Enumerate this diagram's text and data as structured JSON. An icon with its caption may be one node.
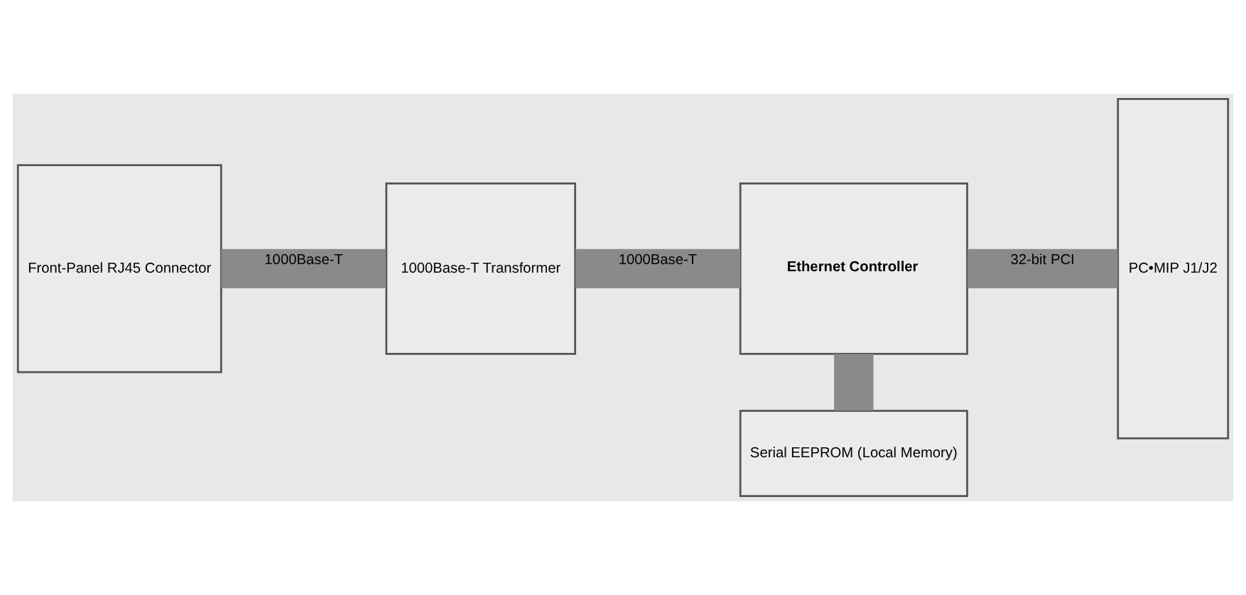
{
  "diagram": {
    "nodes": [
      {
        "text": [
          "Front-Panel RJ45 Connector"
        ]
      },
      {
        "text": [
          "1000Base-T Transformer"
        ]
      },
      {
        "text": [
          "Ethernet Controller"
        ]
      },
      {
        "text": [
          "PC•MIP J1/J2"
        ]
      },
      {
        "text": [
          "Serial EEPROM (Local Memory)"
        ]
      }
    ],
    "edges": [
      {
        "from": 0,
        "to": 1,
        "arrow": "none",
        "label": "1000Base-T"
      },
      {
        "from": 1,
        "to": 2,
        "arrow": "none",
        "label": "1000Base-T"
      },
      {
        "from": 2,
        "to": 3,
        "arrow": "none",
        "label": "32-bit PCI"
      },
      {
        "from": 2,
        "to": 4,
        "arrow": "none"
      }
    ]
  }
}
